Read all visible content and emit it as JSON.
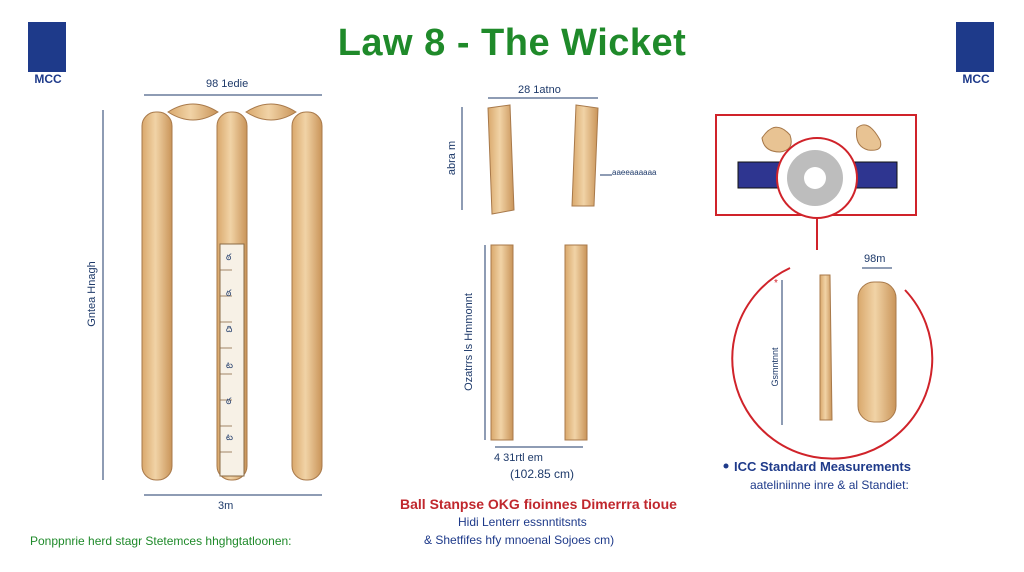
{
  "title": "Law 8 - The Wicket",
  "logo": {
    "text": "MCC"
  },
  "left_figure": {
    "top_width_label": "98 1edie",
    "height_label": "Gntea Hnagh",
    "bottom_width_label": "3m",
    "scale_marks": [
      "ఠ",
      "ఠ",
      "ది",
      "ట",
      "ఠ",
      "ట"
    ]
  },
  "middle_figure": {
    "top_width_label": "28 1atno",
    "bail_height_label": "abra m",
    "annotation_label": "aaeeaaaaaa",
    "stump_height_label": "Ozatrrs ls Hmmonnt",
    "bottom_label_line1": "4 31rtl em",
    "bottom_label_line2": "(102.85 cm)"
  },
  "right_figure": {
    "right_width_label": "98m",
    "vertical_label": "Gsmntnnt"
  },
  "captions": {
    "ball_line": "Ball Stanpse OKG fioinnes Dimerrra tioue",
    "line2": "Hidi Lenterr essnntitsnts",
    "line3": "& Shetfifes hfy mnoenal  Sojoes cm)",
    "icc_title": "ICC Standard Measurements",
    "icc_sub": "aateliniinne inre & al  Standiet:",
    "bottom_left": "Ponppnrie herd stagr Stetemces hhghgtatloonen:"
  },
  "colors": {
    "title_green": "#1f8a2a",
    "wood": "#e8c393",
    "wood_dark": "#c8955a",
    "accent_red": "#d0232a",
    "label_blue": "#1e3a8a"
  }
}
